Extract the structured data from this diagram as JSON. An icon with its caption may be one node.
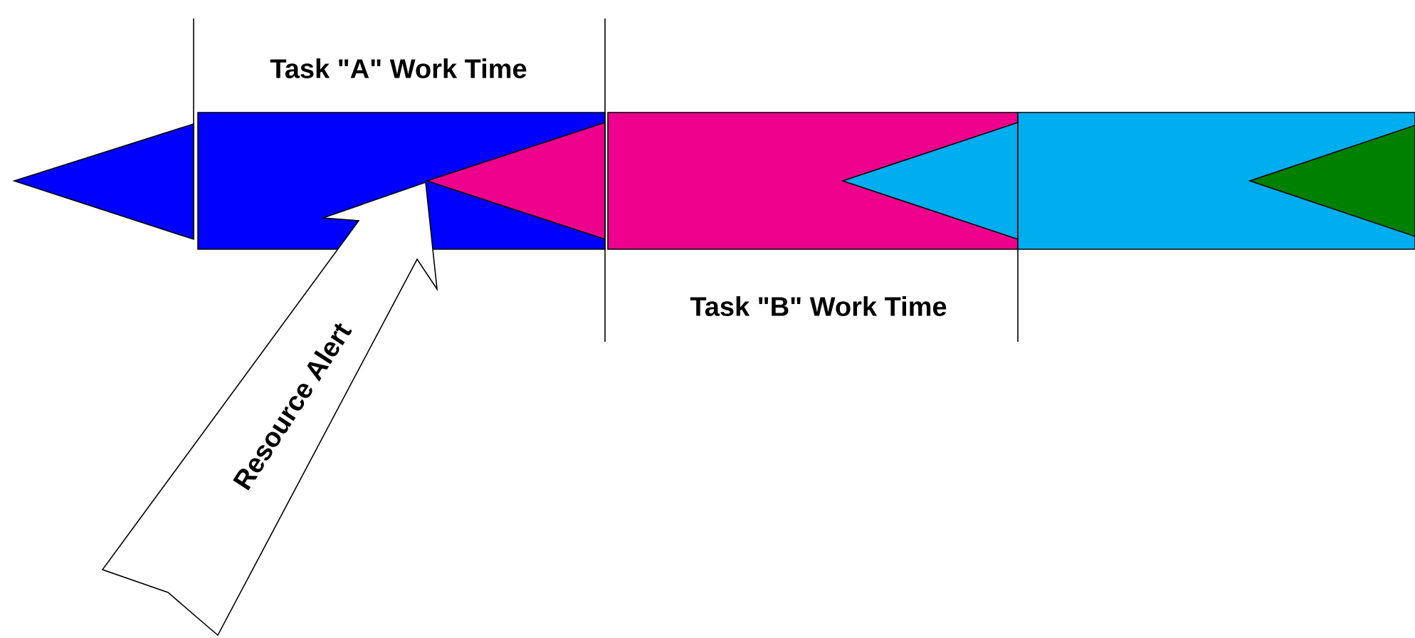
{
  "diagram": {
    "nodes": [
      {
        "text": [
          "Resource Alert"
        ]
      }
    ],
    "labels": [
      "Task \"A\" Work Time",
      "Task \"B\" Work Time"
    ]
  }
}
